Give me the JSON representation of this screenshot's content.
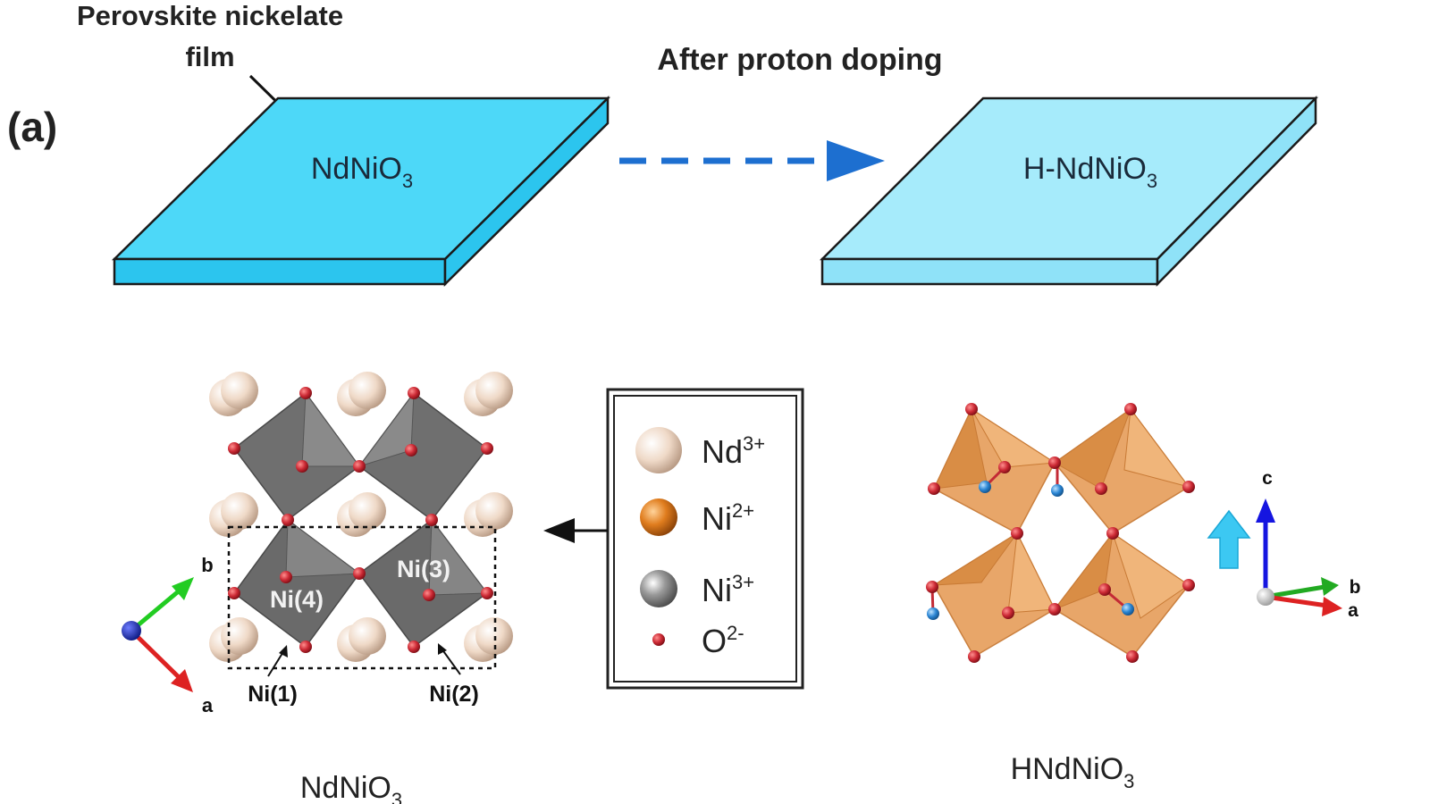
{
  "panel_label": "(a)",
  "callout": {
    "line1": "Perovskite nickelate",
    "line2": "film"
  },
  "process_label": "After proton doping",
  "film_left": {
    "label_main": "NdNiO",
    "label_sub": "3",
    "top_color": "#4dd8f8",
    "side_color": "#2cc5ee"
  },
  "film_right": {
    "label_main": "H-NdNiO",
    "label_sub": "3",
    "top_color": "#a6ebfb",
    "side_color": "#8fe2f8"
  },
  "arrow_color": "#1d6fd0",
  "legend": {
    "items": [
      {
        "label": "Nd",
        "sup": "3+",
        "icon": "nd-ion-sphere",
        "color": "#f1ddce"
      },
      {
        "label": "Ni",
        "sup": "2+",
        "icon": "ni2-ion-sphere",
        "color": "#d8761c"
      },
      {
        "label": "Ni",
        "sup": "3+",
        "icon": "ni3-ion-sphere",
        "color": "#8c8c8c"
      },
      {
        "label": "O",
        "sup": "2-",
        "icon": "oxygen-ion-sphere",
        "color": "#cc2a35"
      }
    ]
  },
  "structure_left": {
    "site_labels": {
      "ni1": "Ni(1)",
      "ni2": "Ni(2)",
      "ni3": "Ni(3)",
      "ni4": "Ni(4)"
    },
    "caption_main": "NdNiO",
    "caption_sub": "3",
    "axes": {
      "b": "b",
      "a": "a"
    }
  },
  "structure_right": {
    "caption_main": "HNdNiO",
    "caption_sub": "3",
    "axes": {
      "c": "c",
      "b": "b",
      "a": "a"
    }
  }
}
